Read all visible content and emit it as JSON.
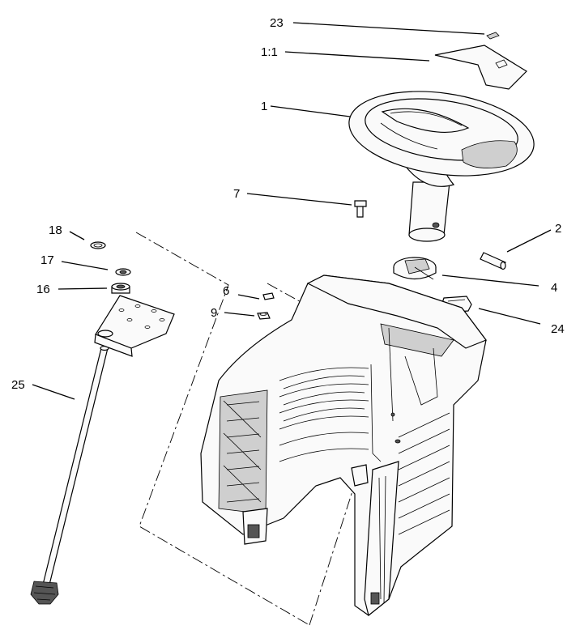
{
  "callouts": [
    {
      "id": "23",
      "label": "23"
    },
    {
      "id": "1-1",
      "label": "1:1"
    },
    {
      "id": "1",
      "label": "1"
    },
    {
      "id": "7",
      "label": "7"
    },
    {
      "id": "2",
      "label": "2"
    },
    {
      "id": "18",
      "label": "18"
    },
    {
      "id": "17",
      "label": "17"
    },
    {
      "id": "16",
      "label": "16"
    },
    {
      "id": "6",
      "label": "6"
    },
    {
      "id": "4",
      "label": "4"
    },
    {
      "id": "9",
      "label": "9"
    },
    {
      "id": "24",
      "label": "24"
    },
    {
      "id": "25",
      "label": "25"
    }
  ]
}
